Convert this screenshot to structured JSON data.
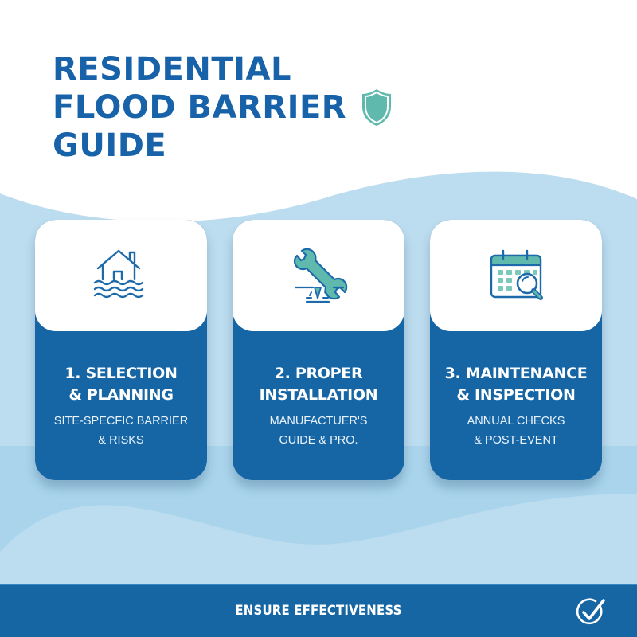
{
  "header": {
    "title_lines": [
      "RESIDENTIAL",
      "FLOOD BARRIER",
      "GUIDE"
    ],
    "title_icon": "shield-icon"
  },
  "cards": [
    {
      "icon": "flooded-house-icon",
      "title_lines": [
        "1. SELECTION",
        "& PLANNING"
      ],
      "desc_lines": [
        "SITE-SPECFIC BARRIER",
        "& RISKS"
      ]
    },
    {
      "icon": "wrench-install-icon",
      "title_lines": [
        "2. PROPER",
        "INSTALLATION"
      ],
      "desc_lines": [
        "MANUFACTUER'S",
        "GUIDE & PRO."
      ]
    },
    {
      "icon": "calendar-inspect-icon",
      "title_lines": [
        "3. MAINTENANCE",
        "& INSPECTION"
      ],
      "desc_lines": [
        "ANNUAL CHECKS",
        "& POST-EVENT"
      ]
    }
  ],
  "footer": {
    "label": "ENSURE EFFECTIVENESS",
    "icon": "check-circle-icon"
  },
  "colors": {
    "primary_blue": "#1666a6",
    "title_blue": "#1762a8",
    "teal": "#5fb9ad",
    "light_water": "#bcdcef",
    "mid_water": "#a6d2ea"
  }
}
